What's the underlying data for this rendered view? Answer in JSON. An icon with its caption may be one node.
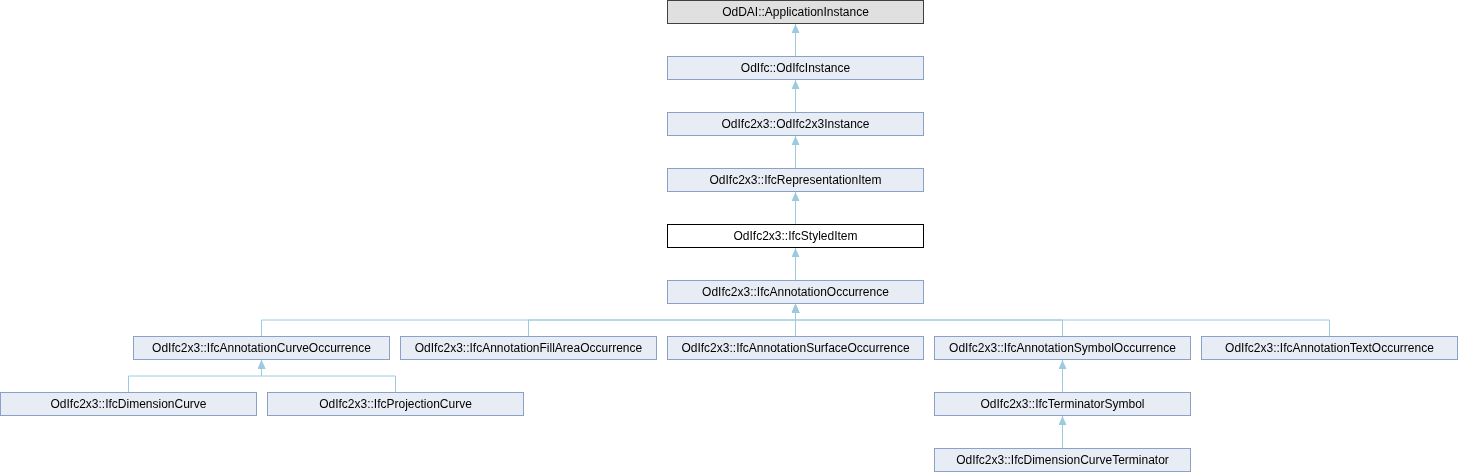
{
  "diagram": {
    "nodes": [
      {
        "text": [
          "OdDAI::ApplicationInstance"
        ]
      },
      {
        "text": [
          "OdIfc::OdIfcInstance"
        ]
      },
      {
        "text": [
          "OdIfc2x3::OdIfc2x3Instance"
        ]
      },
      {
        "text": [
          "OdIfc2x3::IfcRepresentationItem"
        ]
      },
      {
        "text": [
          "OdIfc2x3::IfcStyledItem"
        ]
      },
      {
        "text": [
          "OdIfc2x3::IfcAnnotationOccurrence"
        ]
      },
      {
        "text": [
          "OdIfc2x3::IfcAnnotationCurveOccurrence"
        ]
      },
      {
        "text": [
          "OdIfc2x3::IfcAnnotationFillAreaOccurrence"
        ]
      },
      {
        "text": [
          "OdIfc2x3::IfcAnnotationSurfaceOccurrence"
        ]
      },
      {
        "text": [
          "OdIfc2x3::IfcAnnotationSymbolOccurrence"
        ]
      },
      {
        "text": [
          "OdIfc2x3::IfcAnnotationTextOccurrence"
        ]
      },
      {
        "text": [
          "OdIfc2x3::IfcDimensionCurve"
        ]
      },
      {
        "text": [
          "OdIfc2x3::IfcProjectionCurve"
        ]
      },
      {
        "text": [
          "OdIfc2x3::IfcTerminatorSymbol"
        ]
      },
      {
        "text": [
          "OdIfc2x3::IfcDimensionCurveTerminator"
        ]
      }
    ],
    "edges": [
      {
        "from": 1,
        "to": 0,
        "arrow": "to"
      },
      {
        "from": 2,
        "to": 1,
        "arrow": "to"
      },
      {
        "from": 3,
        "to": 2,
        "arrow": "to"
      },
      {
        "from": 4,
        "to": 3,
        "arrow": "to"
      },
      {
        "from": 5,
        "to": 4,
        "arrow": "to"
      },
      {
        "from": 6,
        "to": 5,
        "arrow": "to"
      },
      {
        "from": 7,
        "to": 5,
        "arrow": "to"
      },
      {
        "from": 8,
        "to": 5,
        "arrow": "to"
      },
      {
        "from": 9,
        "to": 5,
        "arrow": "to"
      },
      {
        "from": 10,
        "to": 5,
        "arrow": "to"
      },
      {
        "from": 11,
        "to": 6,
        "arrow": "to"
      },
      {
        "from": 12,
        "to": 6,
        "arrow": "to"
      },
      {
        "from": 13,
        "to": 9,
        "arrow": "to"
      },
      {
        "from": 14,
        "to": 13,
        "arrow": "to"
      }
    ]
  }
}
